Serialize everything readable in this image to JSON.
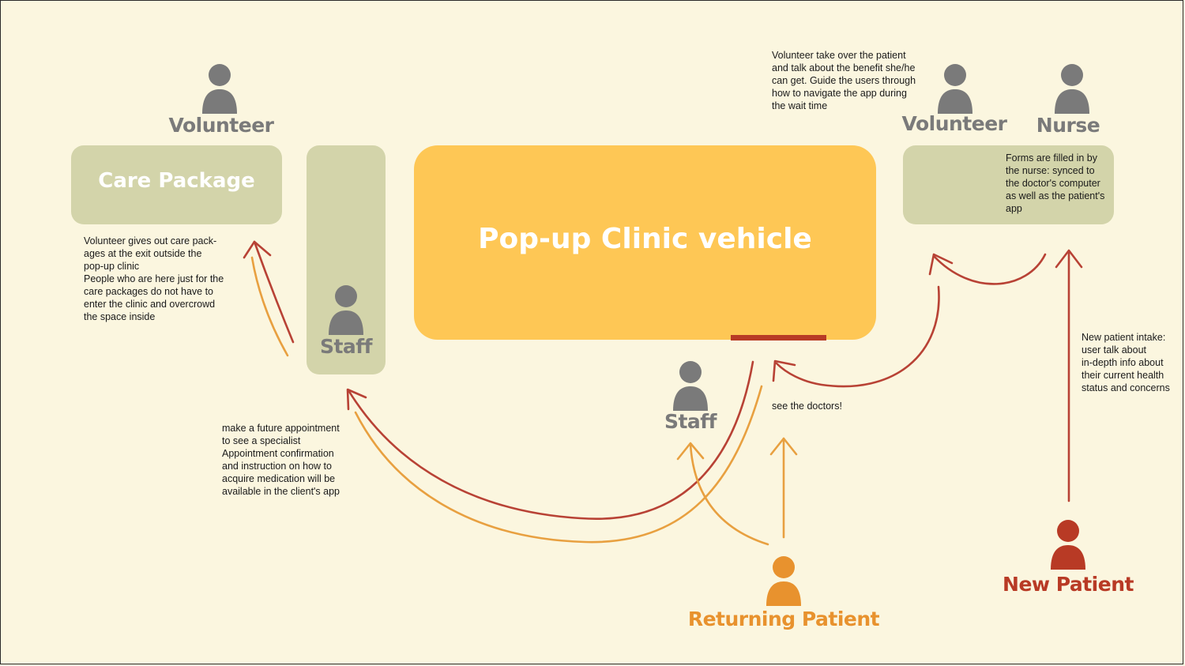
{
  "boxes": {
    "care_package": "Care Package",
    "clinic_vehicle": "Pop-up Clinic vehicle"
  },
  "roles": {
    "volunteer_left": "Volunteer",
    "staff_left": "Staff",
    "staff_center": "Staff",
    "volunteer_right": "Volunteer",
    "nurse": "Nurse",
    "returning_patient": "Returning Patient",
    "new_patient": "New Patient"
  },
  "notes": {
    "care_package": "Volunteer gives out care pack-\nages at the exit outside the\npop-up clinic\nPeople who are here just for the\ncare packages do not have to\nenter the clinic and overcrowd\nthe space inside",
    "appointment": "make a future appointment\nto see a specialist\nAppointment confirmation\nand instruction on how to\nacquire medication will be\navailable in the client's app",
    "see_doctors": "see the doctors!",
    "volunteer_takeover": "Volunteer take over the patient\nand talk about the benefit she/he\ncan get. Guide the users through\nhow to navigate the app during\nthe wait time",
    "forms": "Forms are filled in by\nthe nurse: synced to\nthe doctor's computer\nas well as the patient's\napp",
    "intake": "New patient intake:\nuser talk about\nin-depth info about\ntheir current health\nstatus and concerns"
  },
  "colors": {
    "background": "#fbf6df",
    "olive_box": "#d3d4aa",
    "clinic_box": "#fec755",
    "door": "#b83a25",
    "staff_gray": "#7a7a7a",
    "returning": "#e8922e",
    "new_patient": "#b83a25",
    "arrow_red": "#b84235",
    "arrow_orange": "#e8a040"
  },
  "icons": {
    "person": "person-icon"
  }
}
